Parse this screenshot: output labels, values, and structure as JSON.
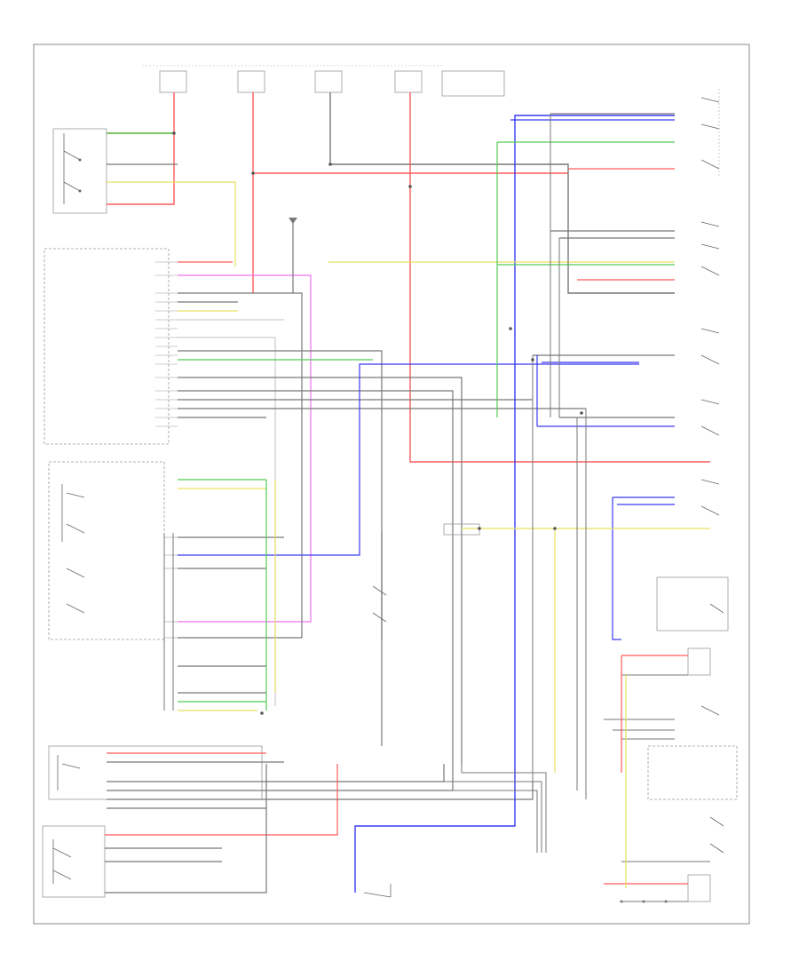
{
  "diagram": {
    "title": "",
    "footer_left": "",
    "colors": {
      "red": "#ff5a5a",
      "green": "#55cc55",
      "blue": "#3a3af0",
      "yellow": "#e8e060",
      "magenta": "#f070f0",
      "orange": "#f0b050",
      "gray": "#777777",
      "light_gray": "#cccccc"
    },
    "components": [
      {
        "id": "switch-top-left",
        "label": ""
      },
      {
        "id": "module-left",
        "label": ""
      },
      {
        "id": "switch-cluster-left",
        "label": ""
      },
      {
        "id": "relay-lower-left",
        "label": ""
      },
      {
        "id": "trunk-switch",
        "label": ""
      },
      {
        "id": "door-lock-right-1",
        "label": ""
      },
      {
        "id": "door-lock-right-2",
        "label": ""
      },
      {
        "id": "door-lock-right-3",
        "label": ""
      },
      {
        "id": "door-lock-right-4",
        "label": ""
      },
      {
        "id": "module-right-lower",
        "label": ""
      },
      {
        "id": "bottom-actuator",
        "label": ""
      }
    ]
  }
}
